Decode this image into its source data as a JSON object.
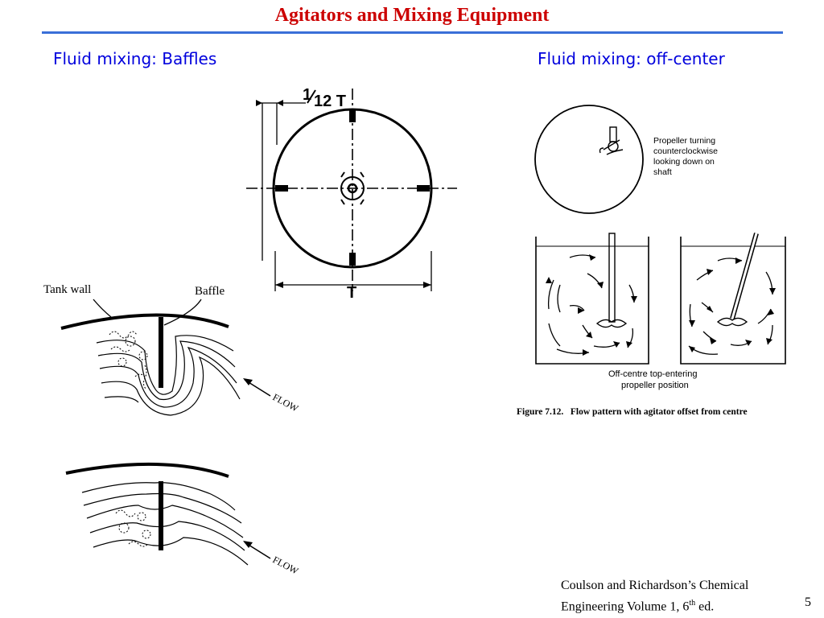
{
  "slide": {
    "title": "Agitators and Mixing Equipment",
    "left_heading": "Fluid mixing: Baffles",
    "right_heading": "Fluid mixing: off-center",
    "accent_colors": {
      "title": "#cc0000",
      "headings": "#0000dd",
      "rule": "#3a6fd8"
    }
  },
  "baffle_plan": {
    "dim_baffle_width": "1/12 T",
    "dim_baffle_num": "1",
    "dim_baffle_den": "12 T",
    "dim_diameter": "T"
  },
  "baffle_flow": {
    "label_tank_wall": "Tank wall",
    "label_baffle": "Baffle",
    "label_flow_top": "FLOW",
    "label_flow_bottom": "FLOW"
  },
  "offcenter": {
    "propeller_note_lines": [
      "Propeller turning",
      "counterclockwise",
      "looking down on",
      "shaft"
    ],
    "position_caption_lines": [
      "Off-centre top-entering",
      "propeller position"
    ],
    "figure_caption": "Figure 7.12.   Flow pattern with agitator offset from centre"
  },
  "citation": {
    "line1": "Coulson and Richardson’s Chemical",
    "line2_prefix": "Engineering Volume 1, 6",
    "line2_sup": "th",
    "line2_suffix": " ed."
  },
  "page_number": "5"
}
